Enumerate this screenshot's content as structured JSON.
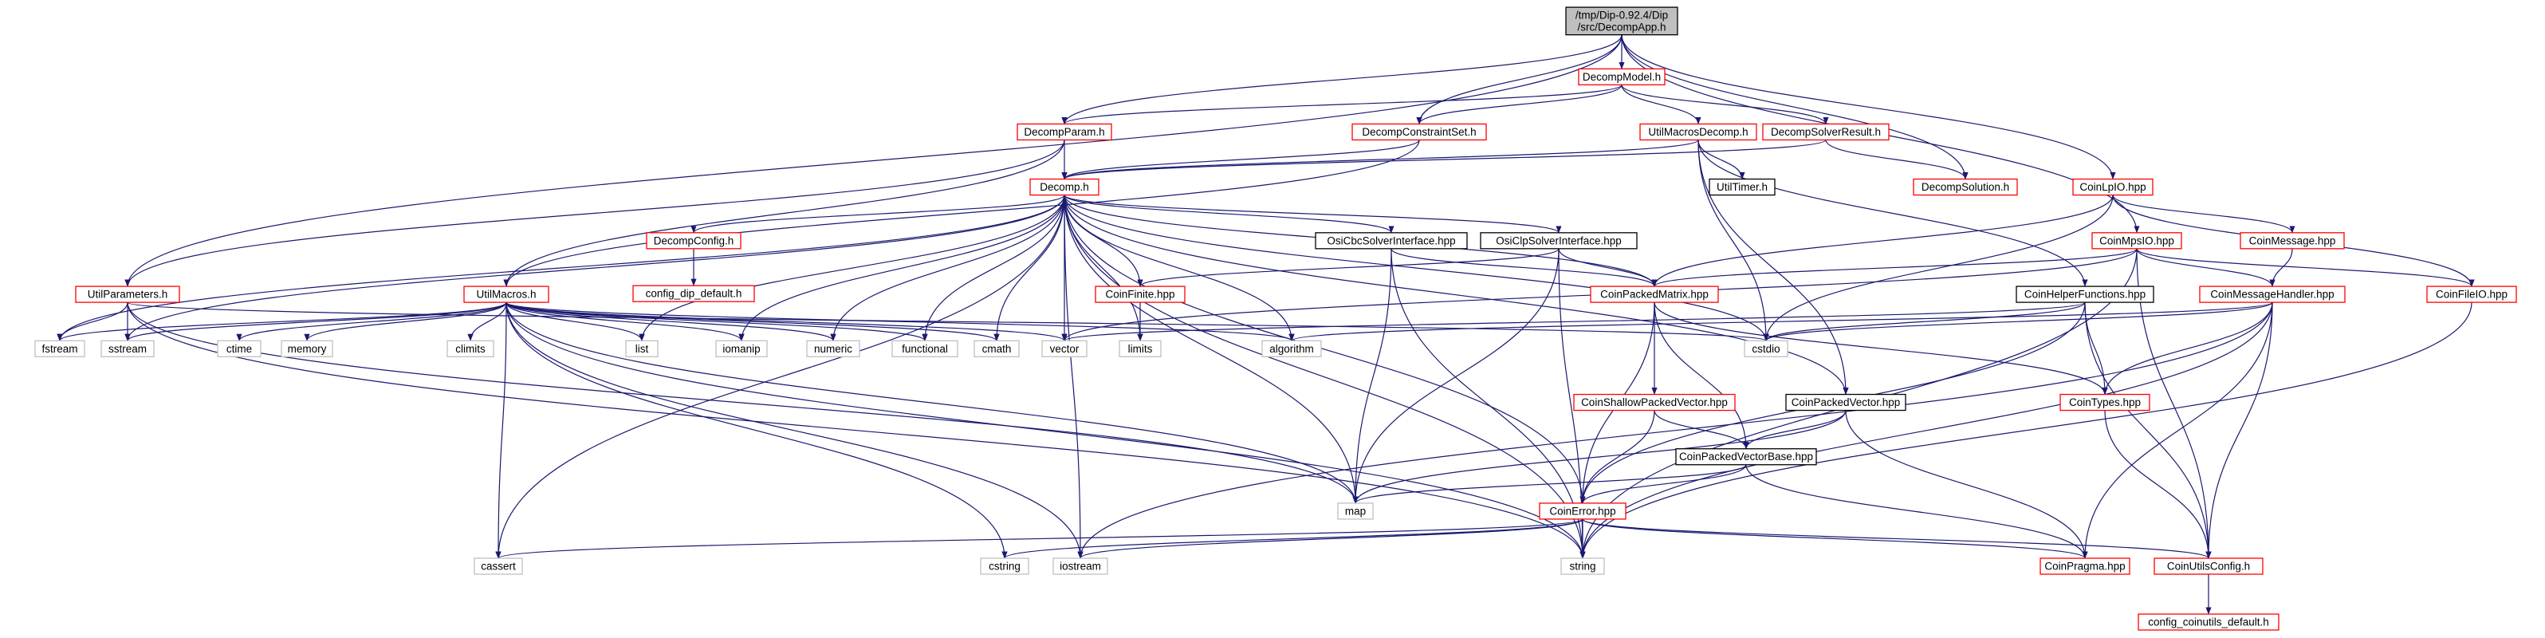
{
  "nodes": [
    {
      "id": "root",
      "lines": [
        "/tmp/Dip-0.92.4/Dip",
        "/src/DecompApp.h"
      ],
      "kind": "root"
    },
    {
      "id": "decompmodel",
      "lines": [
        "DecompModel.h"
      ],
      "kind": "doc"
    },
    {
      "id": "decompparam",
      "lines": [
        "DecompParam.h"
      ],
      "kind": "doc"
    },
    {
      "id": "decompconstraintset",
      "lines": [
        "DecompConstraintSet.h"
      ],
      "kind": "doc"
    },
    {
      "id": "utilmacrosdecomp",
      "lines": [
        "UtilMacrosDecomp.h"
      ],
      "kind": "doc"
    },
    {
      "id": "decompsolverresult",
      "lines": [
        "DecompSolverResult.h"
      ],
      "kind": "doc"
    },
    {
      "id": "decomp",
      "lines": [
        "Decomp.h"
      ],
      "kind": "doc"
    },
    {
      "id": "utiltimer",
      "lines": [
        "UtilTimer.h"
      ],
      "kind": "red"
    },
    {
      "id": "decompsolution",
      "lines": [
        "DecompSolution.h"
      ],
      "kind": "doc"
    },
    {
      "id": "coinlpio",
      "lines": [
        "CoinLpIO.hpp"
      ],
      "kind": "doc"
    },
    {
      "id": "decompconfig",
      "lines": [
        "DecompConfig.h"
      ],
      "kind": "doc"
    },
    {
      "id": "osicbc",
      "lines": [
        "OsiCbcSolverInterface.hpp"
      ],
      "kind": "red"
    },
    {
      "id": "osiclp",
      "lines": [
        "OsiClpSolverInterface.hpp"
      ],
      "kind": "red"
    },
    {
      "id": "coinmpsio",
      "lines": [
        "CoinMpsIO.hpp"
      ],
      "kind": "doc"
    },
    {
      "id": "coinmessage",
      "lines": [
        "CoinMessage.hpp"
      ],
      "kind": "doc"
    },
    {
      "id": "configdip",
      "lines": [
        "config_dip_default.h"
      ],
      "kind": "doc"
    },
    {
      "id": "utilparameters",
      "lines": [
        "UtilParameters.h"
      ],
      "kind": "doc"
    },
    {
      "id": "utilmacros",
      "lines": [
        "UtilMacros.h"
      ],
      "kind": "doc"
    },
    {
      "id": "coinfinite",
      "lines": [
        "CoinFinite.hpp"
      ],
      "kind": "doc"
    },
    {
      "id": "coinpackedmatrix",
      "lines": [
        "CoinPackedMatrix.hpp"
      ],
      "kind": "doc"
    },
    {
      "id": "coinhelper",
      "lines": [
        "CoinHelperFunctions.hpp"
      ],
      "kind": "red"
    },
    {
      "id": "coinmessagehandler",
      "lines": [
        "CoinMessageHandler.hpp"
      ],
      "kind": "doc"
    },
    {
      "id": "coinfileio",
      "lines": [
        "CoinFileIO.hpp"
      ],
      "kind": "doc"
    },
    {
      "id": "fstream",
      "lines": [
        "fstream"
      ],
      "kind": "sys"
    },
    {
      "id": "sstream",
      "lines": [
        "sstream"
      ],
      "kind": "sys"
    },
    {
      "id": "ctime",
      "lines": [
        "ctime"
      ],
      "kind": "sys"
    },
    {
      "id": "memory",
      "lines": [
        "memory"
      ],
      "kind": "sys"
    },
    {
      "id": "climits",
      "lines": [
        "climits"
      ],
      "kind": "sys"
    },
    {
      "id": "list",
      "lines": [
        "list"
      ],
      "kind": "sys"
    },
    {
      "id": "iomanip",
      "lines": [
        "iomanip"
      ],
      "kind": "sys"
    },
    {
      "id": "numeric",
      "lines": [
        "numeric"
      ],
      "kind": "sys"
    },
    {
      "id": "functional",
      "lines": [
        "functional"
      ],
      "kind": "sys"
    },
    {
      "id": "cmath",
      "lines": [
        "cmath"
      ],
      "kind": "sys"
    },
    {
      "id": "vector",
      "lines": [
        "vector"
      ],
      "kind": "sys"
    },
    {
      "id": "limits",
      "lines": [
        "limits"
      ],
      "kind": "sys"
    },
    {
      "id": "algorithm",
      "lines": [
        "algorithm"
      ],
      "kind": "sys"
    },
    {
      "id": "cstdio",
      "lines": [
        "cstdio"
      ],
      "kind": "sys"
    },
    {
      "id": "coinshallow",
      "lines": [
        "CoinShallowPackedVector.hpp"
      ],
      "kind": "doc"
    },
    {
      "id": "coinpackedvector",
      "lines": [
        "CoinPackedVector.hpp"
      ],
      "kind": "red"
    },
    {
      "id": "cointypes",
      "lines": [
        "CoinTypes.hpp"
      ],
      "kind": "doc"
    },
    {
      "id": "coinpvbase",
      "lines": [
        "CoinPackedVectorBase.hpp"
      ],
      "kind": "red"
    },
    {
      "id": "map",
      "lines": [
        "map"
      ],
      "kind": "sys"
    },
    {
      "id": "coinerror",
      "lines": [
        "CoinError.hpp"
      ],
      "kind": "doc"
    },
    {
      "id": "cassert",
      "lines": [
        "cassert"
      ],
      "kind": "sys"
    },
    {
      "id": "cstring",
      "lines": [
        "cstring"
      ],
      "kind": "sys"
    },
    {
      "id": "iostream",
      "lines": [
        "iostream"
      ],
      "kind": "sys"
    },
    {
      "id": "string",
      "lines": [
        "string"
      ],
      "kind": "sys"
    },
    {
      "id": "coinpragma",
      "lines": [
        "CoinPragma.hpp"
      ],
      "kind": "doc"
    },
    {
      "id": "coinutilsconfig",
      "lines": [
        "CoinUtilsConfig.h"
      ],
      "kind": "doc"
    },
    {
      "id": "configcoinutils",
      "lines": [
        "config_coinutils_default.h"
      ],
      "kind": "doc"
    }
  ],
  "edges": [
    [
      "root",
      "decompmodel"
    ],
    [
      "root",
      "decompparam"
    ],
    [
      "root",
      "decompconstraintset"
    ],
    [
      "root",
      "utilparameters"
    ],
    [
      "root",
      "decompsolution"
    ],
    [
      "root",
      "coinlpio"
    ],
    [
      "root",
      "coinmpsio"
    ],
    [
      "decompmodel",
      "decompparam"
    ],
    [
      "decompmodel",
      "decompconstraintset"
    ],
    [
      "decompmodel",
      "utilmacrosdecomp"
    ],
    [
      "decompmodel",
      "decompsolverresult"
    ],
    [
      "decompparam",
      "decomp"
    ],
    [
      "decompparam",
      "utilparameters"
    ],
    [
      "decompparam",
      "utilmacros"
    ],
    [
      "decompconstraintset",
      "decomp"
    ],
    [
      "decompconstraintset",
      "utilmacros"
    ],
    [
      "utilmacrosdecomp",
      "decomp"
    ],
    [
      "utilmacrosdecomp",
      "utiltimer"
    ],
    [
      "utilmacrosdecomp",
      "coinhelper"
    ],
    [
      "utilmacrosdecomp",
      "coinpackedvector"
    ],
    [
      "utilmacrosdecomp",
      "cstdio"
    ],
    [
      "decompsolverresult",
      "decompsolution"
    ],
    [
      "decompsolverresult",
      "decomp"
    ],
    [
      "coinlpio",
      "coinpackedmatrix"
    ],
    [
      "coinlpio",
      "coinmessage"
    ],
    [
      "coinlpio",
      "coinfileio"
    ],
    [
      "coinlpio",
      "cstdio"
    ],
    [
      "decomp",
      "decompconfig"
    ],
    [
      "decomp",
      "osicbc"
    ],
    [
      "decomp",
      "osiclp"
    ],
    [
      "decomp",
      "coinfinite"
    ],
    [
      "decomp",
      "coinpackedmatrix"
    ],
    [
      "decomp",
      "coinpackedvector"
    ],
    [
      "decomp",
      "coinerror"
    ],
    [
      "decomp",
      "fstream"
    ],
    [
      "decomp",
      "sstream"
    ],
    [
      "decomp",
      "list"
    ],
    [
      "decomp",
      "iomanip"
    ],
    [
      "decomp",
      "numeric"
    ],
    [
      "decomp",
      "functional"
    ],
    [
      "decomp",
      "cmath"
    ],
    [
      "decomp",
      "vector"
    ],
    [
      "decomp",
      "limits"
    ],
    [
      "decomp",
      "algorithm"
    ],
    [
      "decomp",
      "cstdio"
    ],
    [
      "decomp",
      "map"
    ],
    [
      "decomp",
      "cassert"
    ],
    [
      "decomp",
      "iostream"
    ],
    [
      "decomp",
      "string"
    ],
    [
      "decompconfig",
      "configdip"
    ],
    [
      "osicbc",
      "coinpackedmatrix"
    ],
    [
      "osicbc",
      "map"
    ],
    [
      "osicbc",
      "string"
    ],
    [
      "osiclp",
      "coinpackedmatrix"
    ],
    [
      "osiclp",
      "coinfinite"
    ],
    [
      "osiclp",
      "map"
    ],
    [
      "osiclp",
      "string"
    ],
    [
      "coinmpsio",
      "coinpackedmatrix"
    ],
    [
      "coinmpsio",
      "coinmessagehandler"
    ],
    [
      "coinmpsio",
      "coinfileio"
    ],
    [
      "coinmpsio",
      "coinutilsconfig"
    ],
    [
      "coinmpsio",
      "vector"
    ],
    [
      "coinmpsio",
      "string"
    ],
    [
      "coinmessage",
      "coinmessagehandler"
    ],
    [
      "utilparameters",
      "fstream"
    ],
    [
      "utilparameters",
      "sstream"
    ],
    [
      "utilparameters",
      "map"
    ],
    [
      "utilparameters",
      "string"
    ],
    [
      "utilparameters",
      "cstdio"
    ],
    [
      "utilmacros",
      "fstream"
    ],
    [
      "utilmacros",
      "sstream"
    ],
    [
      "utilmacros",
      "ctime"
    ],
    [
      "utilmacros",
      "memory"
    ],
    [
      "utilmacros",
      "climits"
    ],
    [
      "utilmacros",
      "list"
    ],
    [
      "utilmacros",
      "iomanip"
    ],
    [
      "utilmacros",
      "numeric"
    ],
    [
      "utilmacros",
      "functional"
    ],
    [
      "utilmacros",
      "cmath"
    ],
    [
      "utilmacros",
      "vector"
    ],
    [
      "utilmacros",
      "algorithm"
    ],
    [
      "utilmacros",
      "map"
    ],
    [
      "utilmacros",
      "cassert"
    ],
    [
      "utilmacros",
      "cstring"
    ],
    [
      "utilmacros",
      "iostream"
    ],
    [
      "utilmacros",
      "string"
    ],
    [
      "coinfinite",
      "limits"
    ],
    [
      "coinpackedmatrix",
      "coinshallow"
    ],
    [
      "coinpackedmatrix",
      "coinpvbase"
    ],
    [
      "coinpackedmatrix",
      "coinerror"
    ],
    [
      "coinpackedmatrix",
      "cointypes"
    ],
    [
      "coinhelper",
      "cointypes"
    ],
    [
      "coinhelper",
      "cstdio"
    ],
    [
      "coinhelper",
      "vector"
    ],
    [
      "coinhelper",
      "coinerror"
    ],
    [
      "coinhelper",
      "coinutilsconfig"
    ],
    [
      "coinmessagehandler",
      "cointypes"
    ],
    [
      "coinmessagehandler",
      "coinpragma"
    ],
    [
      "coinmessagehandler",
      "coinutilsconfig"
    ],
    [
      "coinmessagehandler",
      "cstdio"
    ],
    [
      "coinmessagehandler",
      "string"
    ],
    [
      "coinmessagehandler",
      "algorithm"
    ],
    [
      "coinmessagehandler",
      "iostream"
    ],
    [
      "coinfileio",
      "string"
    ],
    [
      "coinshallow",
      "coinpvbase"
    ],
    [
      "coinshallow",
      "coinerror"
    ],
    [
      "coinpackedvector",
      "coinpvbase"
    ],
    [
      "coinpackedvector",
      "map"
    ],
    [
      "coinpackedvector",
      "coinpragma"
    ],
    [
      "cointypes",
      "coinutilsconfig"
    ],
    [
      "coinpvbase",
      "coinerror"
    ],
    [
      "coinpvbase",
      "map"
    ],
    [
      "coinpvbase",
      "coinpragma"
    ],
    [
      "coinerror",
      "string"
    ],
    [
      "coinerror",
      "iostream"
    ],
    [
      "coinerror",
      "cassert"
    ],
    [
      "coinerror",
      "cstring"
    ],
    [
      "coinerror",
      "coinutilsconfig"
    ],
    [
      "coinerror",
      "coinpragma"
    ],
    [
      "coinutilsconfig",
      "configcoinutils"
    ]
  ]
}
